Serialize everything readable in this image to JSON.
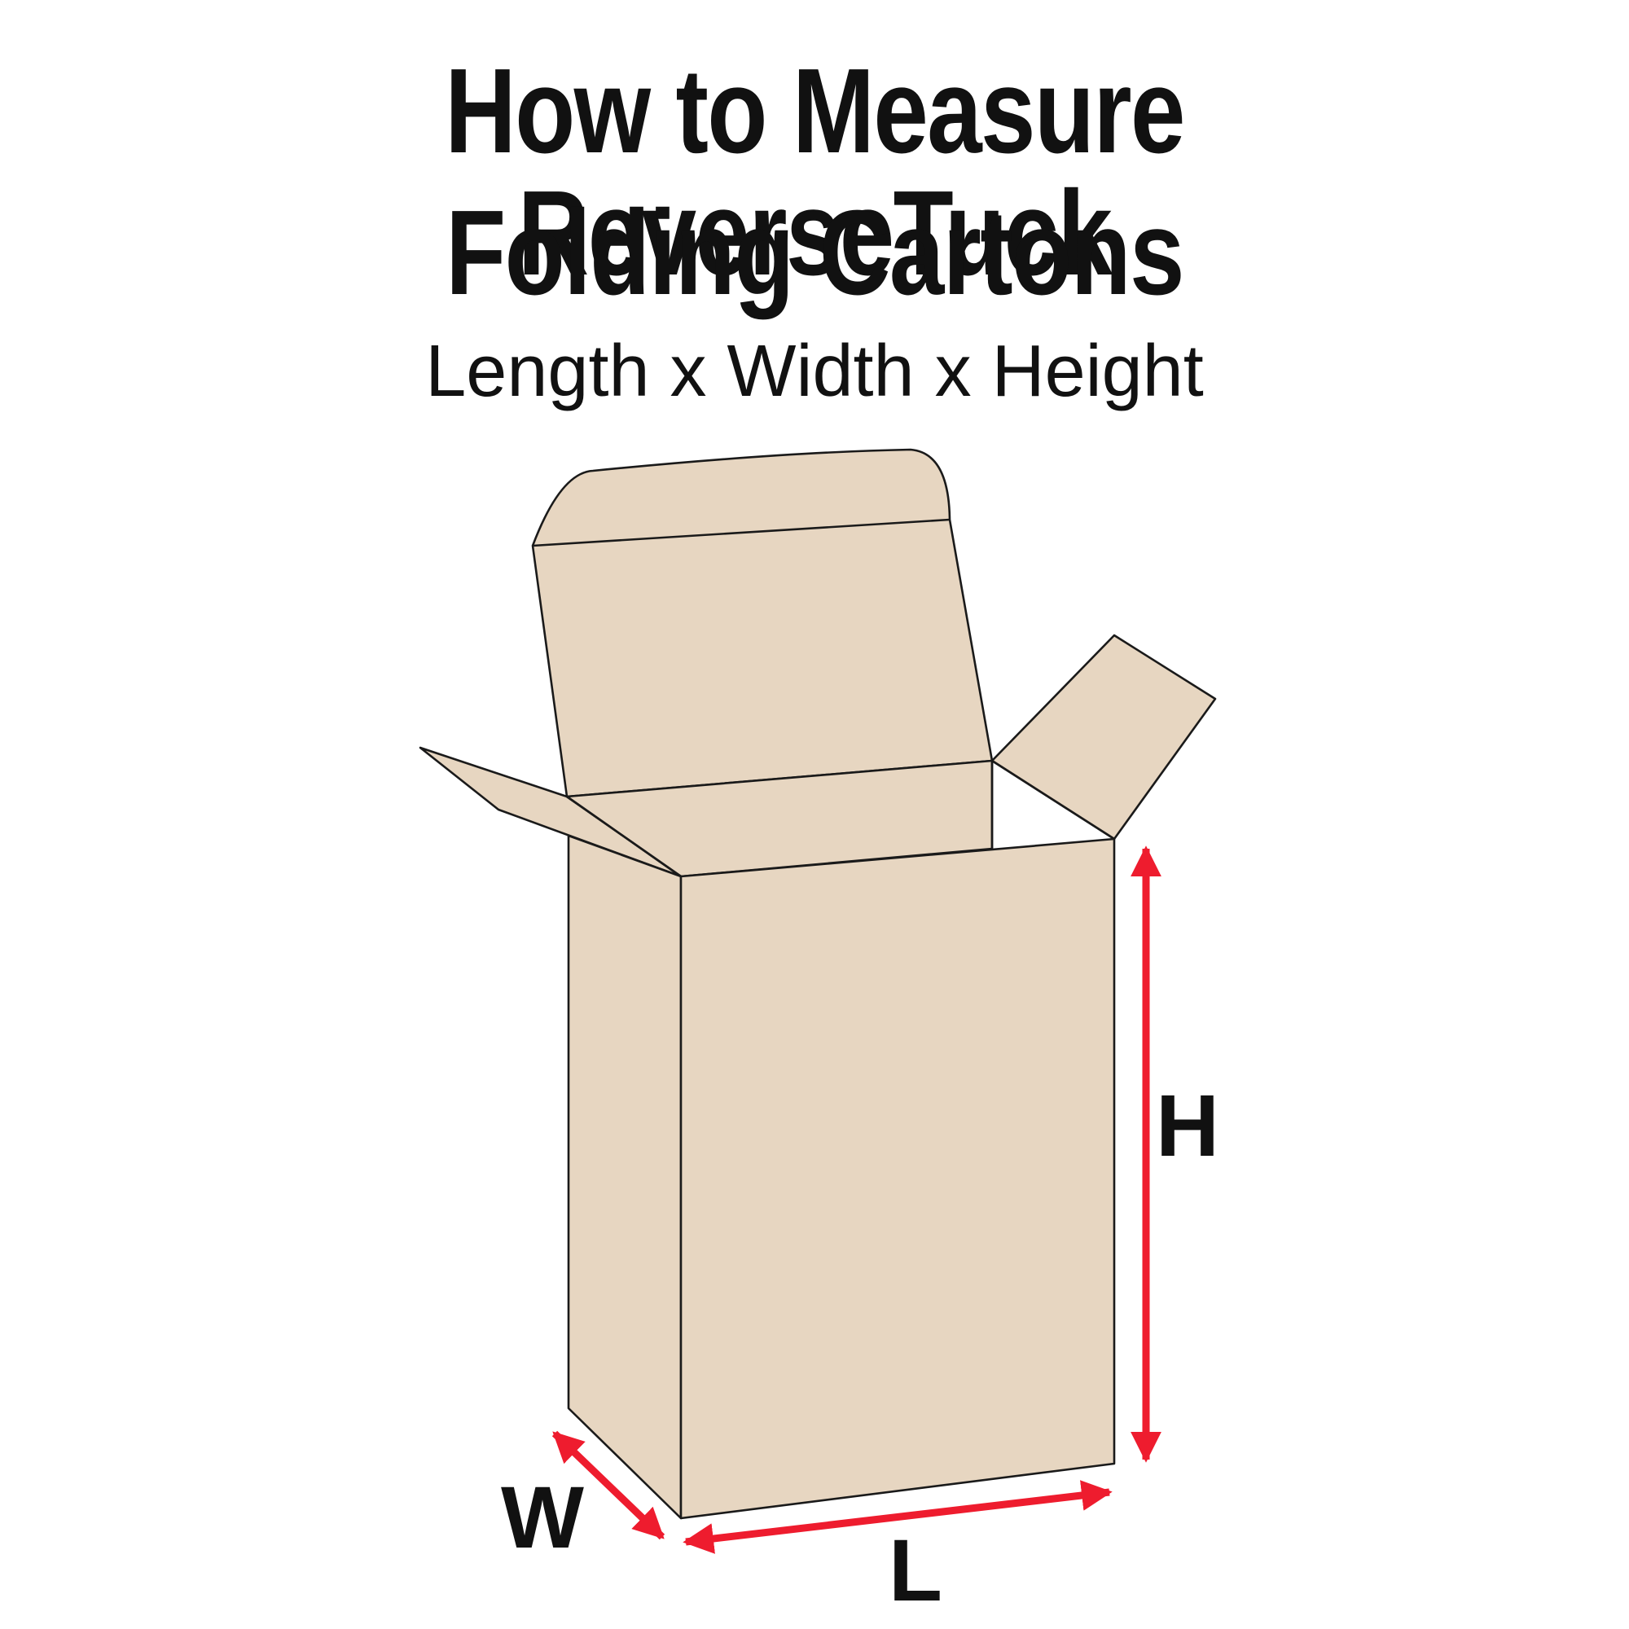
{
  "title": {
    "line1": "How to Measure ReverseTuck",
    "line2": "Folding Cartons"
  },
  "subtitle": "Length x Width x Height",
  "dimensions": {
    "height_label": "H",
    "width_label": "W",
    "length_label": "L"
  },
  "colors": {
    "carton_fill": "#e7d6c1",
    "outline": "#1a1a1a",
    "arrow": "#ee1c2e",
    "text": "#111111"
  }
}
